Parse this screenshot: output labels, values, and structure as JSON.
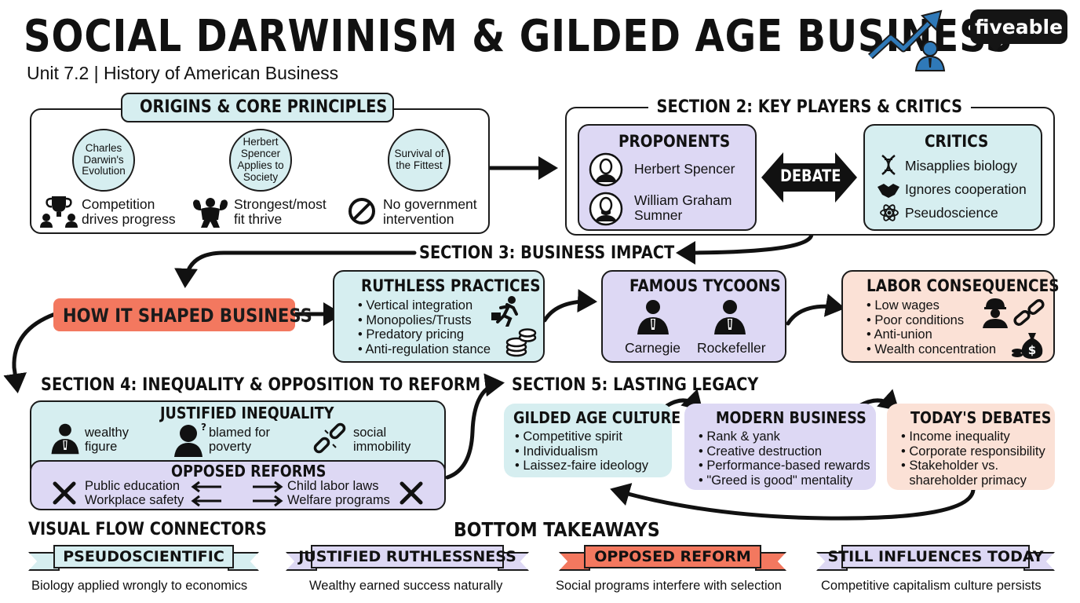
{
  "header": {
    "title": "SOCIAL DARWINISM & GILDED AGE BUSINESS",
    "subtitle": "Unit 7.2 | History of American Business",
    "logo": "fiveable"
  },
  "section1": {
    "title": "ORIGINS & CORE PRINCIPLES",
    "steps": [
      "Charles Darwin's Evolution",
      "Herbert Spencer Applies to Society",
      "Survival of the Fittest"
    ],
    "principles": [
      "Competition drives progress",
      "Strongest/most fit thrive",
      "No government intervention"
    ]
  },
  "section2": {
    "title": "SECTION 2: KEY PLAYERS & CRITICS",
    "proponents_title": "PROPONENTS",
    "proponents": [
      "Herbert Spencer",
      "William Graham Sumner"
    ],
    "debate": "DEBATE",
    "critics_title": "CRITICS",
    "critics": [
      "Misapplies biology",
      "Ignores cooperation",
      "Pseudoscience"
    ]
  },
  "section3": {
    "title": "SECTION 3: BUSINESS IMPACT",
    "shaped": "HOW IT SHAPED BUSINESS",
    "ruthless_title": "RUTHLESS PRACTICES",
    "ruthless": [
      "Vertical integration",
      "Monopolies/Trusts",
      "Predatory pricing",
      "Anti-regulation stance"
    ],
    "tycoons_title": "FAMOUS TYCOONS",
    "tycoons": [
      "Carnegie",
      "Rockefeller"
    ],
    "labor_title": "LABOR CONSEQUENCES",
    "labor": [
      "Low wages",
      "Poor conditions",
      "Anti-union",
      "Wealth concentration"
    ]
  },
  "section4": {
    "title": "SECTION 4: INEQUALITY & OPPOSITION TO REFORM",
    "justified_title": "JUSTIFIED INEQUALITY",
    "justified": [
      "wealthy figure",
      "blamed for poverty",
      "social immobility"
    ],
    "opposed_title": "OPPOSED REFORMS",
    "opposed_left": [
      "Public education",
      "Workplace safety"
    ],
    "opposed_right": [
      "Child labor laws",
      "Welfare programs"
    ]
  },
  "section5": {
    "title": "SECTION 5: LASTING LEGACY",
    "culture_title": "GILDED AGE CULTURE",
    "culture": [
      "Competitive spirit",
      "Individualism",
      "Laissez-faire ideology"
    ],
    "modern_title": "MODERN BUSINESS",
    "modern": [
      "Rank & yank",
      "Creative destruction",
      "Performance-based rewards",
      "\"Greed is good\" mentality"
    ],
    "today_title": "TODAY'S DEBATES",
    "today": [
      "Income inequality",
      "Corporate responsibility",
      "Stakeholder vs. shareholder primacy"
    ]
  },
  "footer": {
    "connectors_title": "VISUAL FLOW CONNECTORS",
    "takeaways_title": "BOTTOM TAKEAWAYS",
    "ribbons": [
      {
        "label": "PSEUDOSCIENTIFIC",
        "caption": "Biology applied wrongly to economics",
        "color": "#d6eef0"
      },
      {
        "label": "JUSTIFIED RUTHLESSNESS",
        "caption": "Wealthy earned success naturally",
        "color": "#ddd8f4"
      },
      {
        "label": "OPPOSED REFORM",
        "caption": "Social programs interfere with selection",
        "color": "#f3785f"
      },
      {
        "label": "STILL INFLUENCES TODAY",
        "caption": "Competitive capitalism culture persists",
        "color": "#ddd8f4"
      }
    ]
  },
  "colors": {
    "teal": "#d6eef0",
    "purple": "#ddd8f4",
    "peach": "#fbe1d6",
    "coral": "#f3785f",
    "icon_blue": "#2f79b8"
  },
  "icons": [
    "trending-chart-icon",
    "trophy-icon",
    "strongman-icon",
    "prohibited-icon",
    "portrait-icon",
    "dna-icon",
    "handshake-icon",
    "atom-icon",
    "running-man-icon",
    "coins-icon",
    "businessman-icon",
    "worker-icon",
    "chain-icon",
    "money-bag-icon",
    "confused-person-icon",
    "broken-chain-icon",
    "x-icon",
    "arrow-icon"
  ]
}
